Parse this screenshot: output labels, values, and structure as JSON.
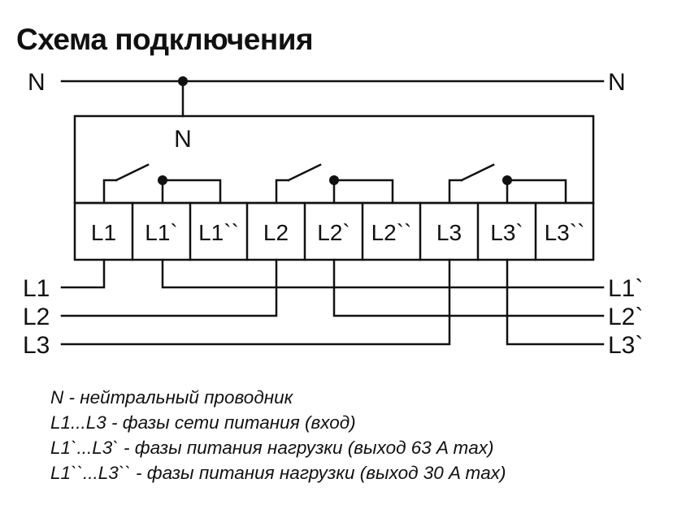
{
  "title": "Схема подключения",
  "neutral": {
    "left_label": "N",
    "right_label": "N",
    "drop_label": "N"
  },
  "terminals": [
    "L1",
    "L1`",
    "L1``",
    "L2",
    "L2`",
    "L2``",
    "L3",
    "L3`",
    "L3``"
  ],
  "left_lines": [
    "L1",
    "L2",
    "L3"
  ],
  "right_lines": [
    "L1`",
    "L2`",
    "L3`"
  ],
  "legend": [
    "N - нейтральный проводник",
    "L1...L3 - фазы сети питания (вход)",
    "L1`...L3` - фазы питания нагрузки (выход 63 A max)",
    "L1``...L3`` - фазы питания нагрузки (выход 30 A max)"
  ],
  "colors": {
    "line": "#111111",
    "background": "#ffffff"
  }
}
